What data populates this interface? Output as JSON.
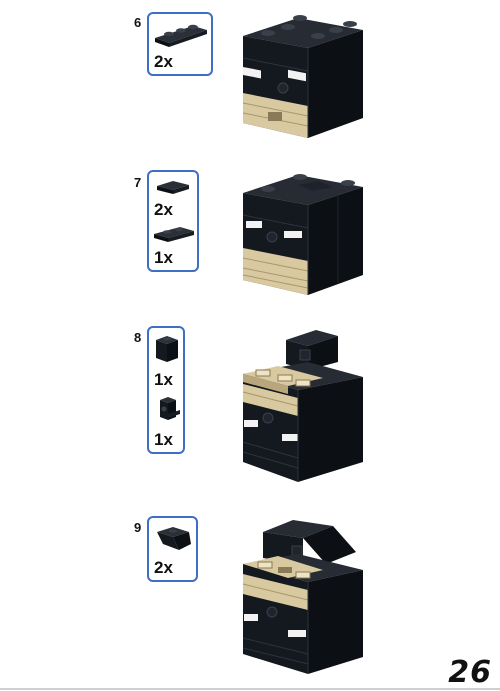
{
  "page_number": "26",
  "steps": [
    {
      "number": "6",
      "parts": [
        {
          "icon": "black-plate-1x3-icon",
          "qty": "2x"
        }
      ]
    },
    {
      "number": "7",
      "parts": [
        {
          "icon": "black-tile-1x1-icon",
          "qty": "2x"
        },
        {
          "icon": "black-plate-1x2-icon",
          "qty": "1x"
        }
      ]
    },
    {
      "number": "8",
      "parts": [
        {
          "icon": "black-brick-1x1-icon",
          "qty": "1x"
        },
        {
          "icon": "black-bracket-1x1-icon",
          "qty": "1x"
        }
      ]
    },
    {
      "number": "9",
      "parts": [
        {
          "icon": "black-slope-inverted-icon",
          "qty": "2x"
        }
      ]
    }
  ],
  "colors": {
    "black_brick": "#14181f",
    "tan_brick": "#d9c9a0",
    "frame_blue": "#3d6fc4",
    "white_eye": "#f2f2f2"
  }
}
